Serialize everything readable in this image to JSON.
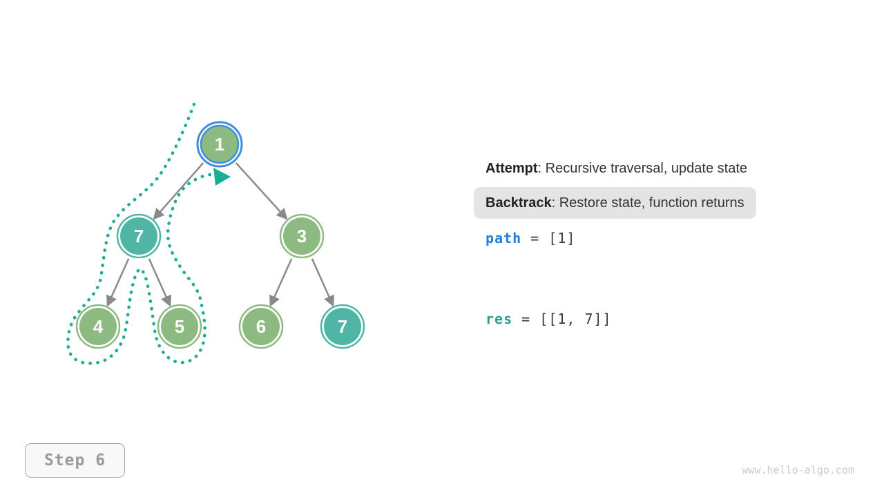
{
  "annotations": {
    "attempt": {
      "term": "Attempt",
      "desc": ": Recursive traversal, update state"
    },
    "backtrack": {
      "term": "Backtrack",
      "desc": ": Restore state, function returns"
    }
  },
  "variables": {
    "path": {
      "name": "path",
      "value": "= [1]"
    },
    "res": {
      "name": "res",
      "value": "= [[1, 7]]"
    }
  },
  "tree": {
    "nodes": [
      {
        "value": "1",
        "state": "current"
      },
      {
        "value": "7",
        "state": "in-path"
      },
      {
        "value": "3",
        "state": "unvisited"
      },
      {
        "value": "4",
        "state": "unvisited"
      },
      {
        "value": "5",
        "state": "unvisited"
      },
      {
        "value": "6",
        "state": "unvisited"
      },
      {
        "value": "7",
        "state": "result"
      }
    ],
    "edges": [
      "1-7",
      "1-3",
      "7-4",
      "7-5",
      "3-6",
      "3-7"
    ]
  },
  "footer": {
    "step_label": "Step 6",
    "watermark": "www.hello-algo.com"
  },
  "colors": {
    "node_green": "#8cba80",
    "node_teal": "#4fb6a6",
    "current_ring_blue": "#3e8ede",
    "edge_gray": "#8a8a8a",
    "trace_teal": "#1bae94",
    "path_var_blue": "#2080df",
    "res_var_teal": "#2d9c8c",
    "backtrack_highlight_bg": "#e4e4e4"
  }
}
